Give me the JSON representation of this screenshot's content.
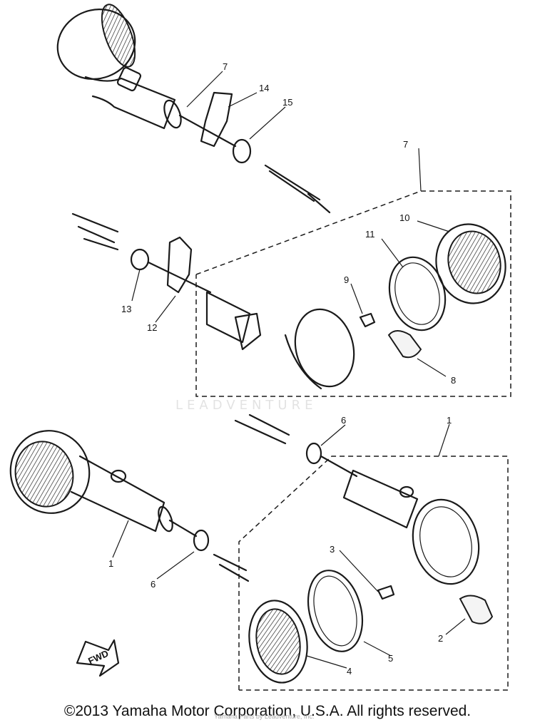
{
  "diagram": {
    "part_labels": [
      {
        "id": "label-7-top",
        "text": "7"
      },
      {
        "id": "label-14",
        "text": "14"
      },
      {
        "id": "label-15",
        "text": "15"
      },
      {
        "id": "label-7-right",
        "text": "7"
      },
      {
        "id": "label-10",
        "text": "10"
      },
      {
        "id": "label-11",
        "text": "11"
      },
      {
        "id": "label-9",
        "text": "9"
      },
      {
        "id": "label-13",
        "text": "13"
      },
      {
        "id": "label-12",
        "text": "12"
      },
      {
        "id": "label-8",
        "text": "8"
      },
      {
        "id": "label-6-upper",
        "text": "6"
      },
      {
        "id": "label-1-right",
        "text": "1"
      },
      {
        "id": "label-1-left",
        "text": "1"
      },
      {
        "id": "label-6-lower",
        "text": "6"
      },
      {
        "id": "label-3",
        "text": "3"
      },
      {
        "id": "label-2",
        "text": "2"
      },
      {
        "id": "label-5",
        "text": "5"
      },
      {
        "id": "label-4",
        "text": "4"
      }
    ],
    "fwd_label": "FWD",
    "watermark": "LEADVENTURE",
    "copyright": "©2013 Yamaha Motor Corporation, U.S.A. All rights reserved.",
    "copyright_faint": "Yamaha Parts by Leadventure, Inc."
  }
}
